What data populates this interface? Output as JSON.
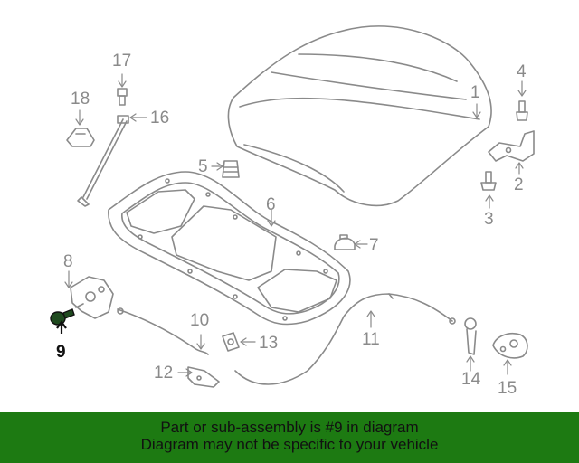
{
  "callouts": [
    "1",
    "2",
    "3",
    "4",
    "5",
    "6",
    "7",
    "8",
    "9",
    "10",
    "11",
    "12",
    "13",
    "14",
    "15",
    "16",
    "17",
    "18"
  ],
  "highlighted_part": "9",
  "notice": {
    "line1": "Part or sub-assembly is #9 in diagram",
    "line2": "Diagram may not be specific to your vehicle"
  },
  "colors": {
    "line_art": "#8a8a8a",
    "highlight_part": "#1f4a1f",
    "banner_background": "#1d7a12",
    "banner_text": "#111111"
  }
}
